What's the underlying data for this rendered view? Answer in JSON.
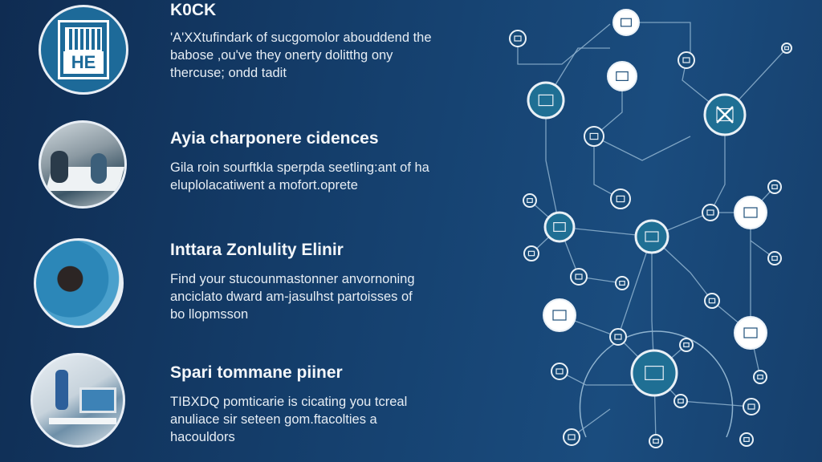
{
  "sections": [
    {
      "title": "K0CK",
      "body": [
        "'A'XXtufindark of sucgomolor abouddend the",
        "babose  ,ou've they onerty dolitthg ony",
        "thercuse; ondd tadit"
      ]
    },
    {
      "title": "Ayia charponere cidences",
      "body": [
        "Gila roin sourftkla sperpda seetling:ant of ha",
        "eluplolacatiwent a mofort.oprete"
      ]
    },
    {
      "title": "Inttara Zonlulity Elinir",
      "body": [
        "Find your stucounmastonner anvornoning",
        "anciclato dward am-jasulhst partoisses of",
        "bo llopmsson"
      ]
    },
    {
      "title": "Spari tommane piiner",
      "body": [
        "TIBXDQ pomticarie is cicating you tcreal",
        "anuliace sir seteen gom.ftacolties a",
        "hacouldors"
      ]
    }
  ],
  "logo_text": "HE",
  "colors": {
    "node": "#1f6f94",
    "line": "#8fb3cf",
    "ring": "#e9f0f6"
  }
}
